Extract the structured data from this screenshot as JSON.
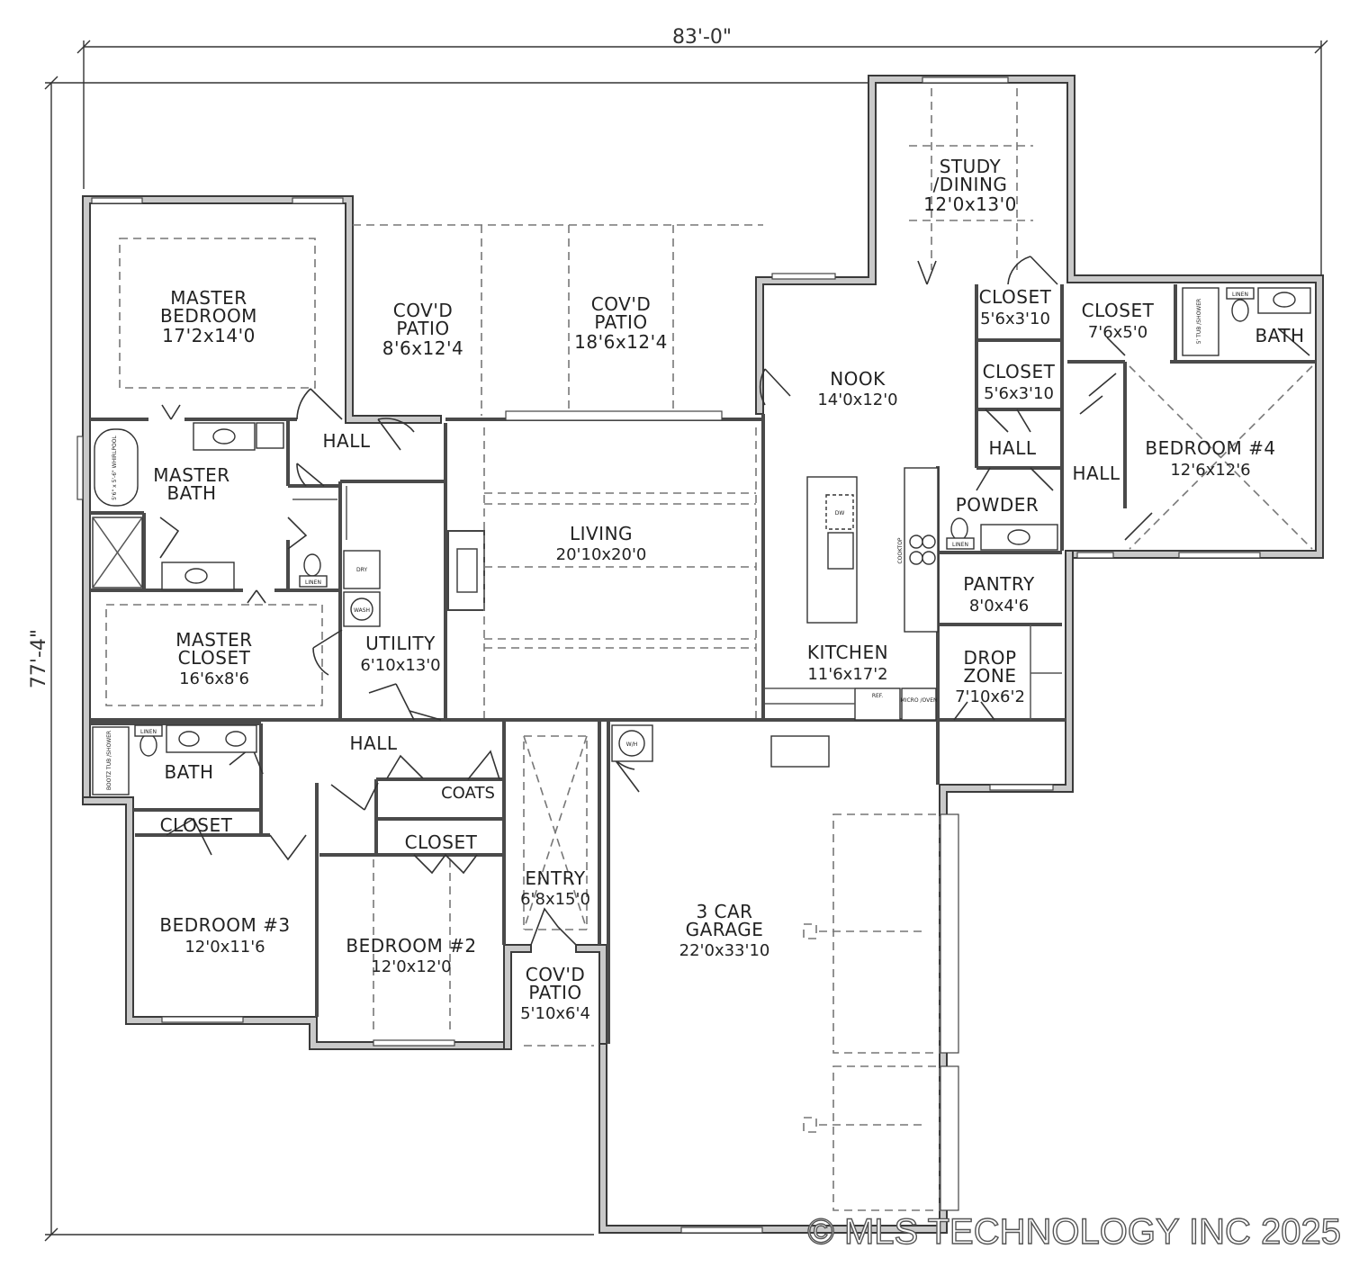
{
  "dimensions": {
    "width": "83'-0\"",
    "depth": "77'-4\""
  },
  "rooms": {
    "master_bedroom": {
      "name1": "MASTER",
      "name2": "BEDROOM",
      "size": "17'2x14'0"
    },
    "patio_left": {
      "name1": "COV'D",
      "name2": "PATIO",
      "size": "8'6x12'4"
    },
    "patio_right": {
      "name1": "COV'D",
      "name2": "PATIO",
      "size": "18'6x12'4"
    },
    "study": {
      "name1": "STUDY",
      "name2": "/DINING",
      "size": "12'0x13'0"
    },
    "closet_study": {
      "name": "CLOSET",
      "size": "5'6x3'10"
    },
    "closet_nook": {
      "name": "CLOSET",
      "size": "5'6x3'10"
    },
    "closet_bed4": {
      "name": "CLOSET",
      "size": "7'6x5'0"
    },
    "bath_bed4": {
      "name": "BATH"
    },
    "nook": {
      "name": "NOOK",
      "size": "14'0x12'0"
    },
    "bedroom4": {
      "name": "BEDROOM #4",
      "size": "12'6x12'6"
    },
    "hall_master": {
      "name": "HALL"
    },
    "hall_nook": {
      "name": "HALL"
    },
    "hall_bed4": {
      "name": "HALL"
    },
    "hall_bath": {
      "name": "HALL"
    },
    "master_bath": {
      "name1": "MASTER",
      "name2": "BATH"
    },
    "living": {
      "name": "LIVING",
      "size": "20'10x20'0"
    },
    "powder": {
      "name": "POWDER"
    },
    "pantry": {
      "name": "PANTRY",
      "size": "8'0x4'6"
    },
    "master_closet": {
      "name1": "MASTER",
      "name2": "CLOSET",
      "size": "16'6x8'6"
    },
    "utility": {
      "name": "UTILITY",
      "size": "6'10x13'0"
    },
    "kitchen": {
      "name": "KITCHEN",
      "size": "11'6x17'2"
    },
    "drop_zone": {
      "name1": "DROP",
      "name2": "ZONE",
      "size": "7'10x6'2"
    },
    "bath_hall": {
      "name": "BATH"
    },
    "coats": {
      "name": "COATS"
    },
    "closet_bed3": {
      "name": "CLOSET"
    },
    "closet_bed2": {
      "name": "CLOSET"
    },
    "bedroom3": {
      "name": "BEDROOM #3",
      "size": "12'0x11'6"
    },
    "bedroom2": {
      "name": "BEDROOM #2",
      "size": "12'0x12'0"
    },
    "entry": {
      "name": "ENTRY",
      "size": "6'8x15'0"
    },
    "patio_front": {
      "name1": "COV'D",
      "name2": "PATIO",
      "size": "5'10x6'4"
    },
    "garage": {
      "name1": "3 CAR",
      "name2": "GARAGE",
      "size": "22'0x33'10"
    }
  },
  "fixtures": {
    "linen": "LINEN",
    "ref": "REF.",
    "micro": "MICRO /OVEN",
    "dw": "DW",
    "cooktop": "COOKTOP",
    "wh": "W/H",
    "dry": "DRY",
    "wash": "WASH",
    "whirlpool": "5'6\" x 5'-6\" WHIRLPOOL",
    "tub_shower": "5' TUB /SHOWER",
    "bootz": "BOOTZ TUB /SHOWER"
  },
  "watermark": "© MLS TECHNOLOGY INC 2025"
}
